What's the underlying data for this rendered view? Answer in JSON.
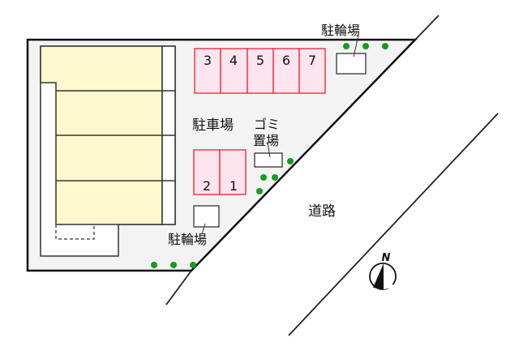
{
  "map": {
    "labels": {
      "parking": "駐車場",
      "garbage_line1": "ゴミ",
      "garbage_line2": "置場",
      "bicycle_top": "駐輪場",
      "bicycle_bottom": "駐輪場",
      "road": "道路",
      "north": "N"
    },
    "parking_spaces_top": [
      "3",
      "4",
      "5",
      "6",
      "7"
    ],
    "parking_spaces_bottom": [
      "2",
      "1"
    ],
    "colors": {
      "building_fill": "#fff8cc",
      "parking_fill": "#fde4ef",
      "parking_border": "#ee2233",
      "site_fill": "#f3f3f3",
      "tree": "#159c1a",
      "line": "#111111"
    }
  }
}
